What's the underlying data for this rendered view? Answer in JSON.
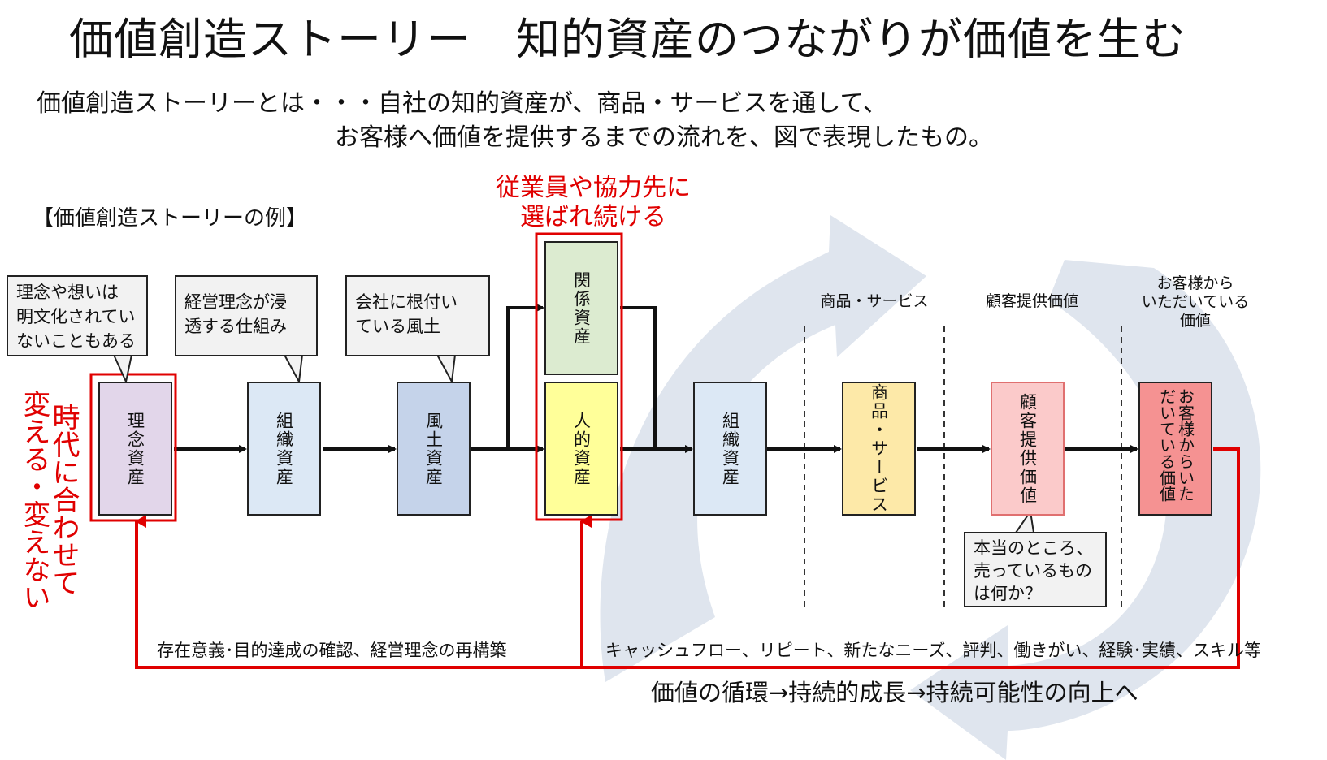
{
  "title": "価値創造ストーリー　知的資産のつながりが価値を生む",
  "intro": {
    "line1": "価値創造ストーリーとは・・・自社の知的資産が、商品・サービスを通して、",
    "line2": "お客様へ価値を提供するまでの流れを、図で表現したもの。"
  },
  "example_label": "【価値創造ストーリーの例】",
  "highlight_label": {
    "line1": "従業員や協力先に",
    "line2": "選ばれ続ける"
  },
  "side_label": {
    "col1": "時代に合わせて",
    "col2": "変える・変えない"
  },
  "boxes": {
    "rinen": "理念資産",
    "soshiki1": "組織資産",
    "fudo": "風土資産",
    "kankei": "関係資産",
    "jinteki": "人的資産",
    "soshiki2": "組織資産",
    "shohin": "商品・サービス",
    "kokyaku": "顧客提供価値",
    "okyakusama": "お客様からいただいている価値"
  },
  "callouts": {
    "c1": [
      "理念や想いは",
      "明文化されてい",
      "ないこともある"
    ],
    "c2": [
      "経営理念が浸",
      "透する仕組み"
    ],
    "c3": [
      "会社に根付い",
      "ている風土"
    ],
    "c4": [
      "本当のところ、",
      "売っているもの",
      "は何か？"
    ]
  },
  "headers": {
    "h1": "商品・サービス",
    "h2": "顧客提供価値",
    "h3": [
      "お客様から",
      "いただいている",
      "価値"
    ]
  },
  "feedback": {
    "left": "存在意義･目的達成の確認、経営理念の再構築",
    "right": "キャッシュフロー、リピート、新たなニーズ、評判、働きがい、経験･実績、スキル等"
  },
  "bottom_text": "価値の循環→持続的成長→持続可能性の向上へ",
  "colors": {
    "red": "#e00000",
    "cycle_arrow": "#dfe5ee",
    "rinen": "#e2d6ea",
    "soshiki": "#dce8f5",
    "fudo": "#c5d3ea",
    "kankei": "#dcebd0",
    "jinteki": "#ffff99",
    "shohin": "#fde9a8",
    "kokyaku": "#fbcaca",
    "okyakusama": "#f59292",
    "callout_bg": "#f2f2f2"
  }
}
